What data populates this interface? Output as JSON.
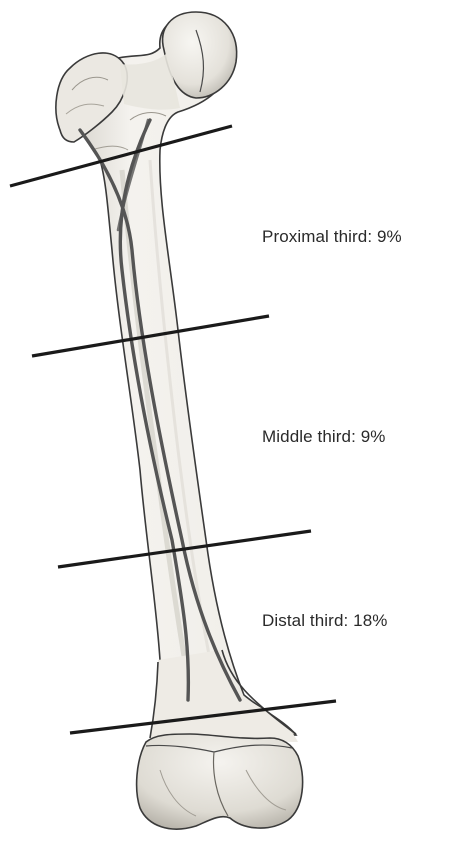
{
  "labels": {
    "proximal": "Proximal third: 9%",
    "middle": "Middle third: 9%",
    "distal": "Distal third: 18%"
  },
  "colors": {
    "bone_fill": "#f2f0ec",
    "bone_outline": "#3a3a3a",
    "bone_shading": "#bdbab3",
    "nail_rods": "#555555",
    "division_lines": "#1a1a1a",
    "label_text": "#2a2a2a"
  }
}
